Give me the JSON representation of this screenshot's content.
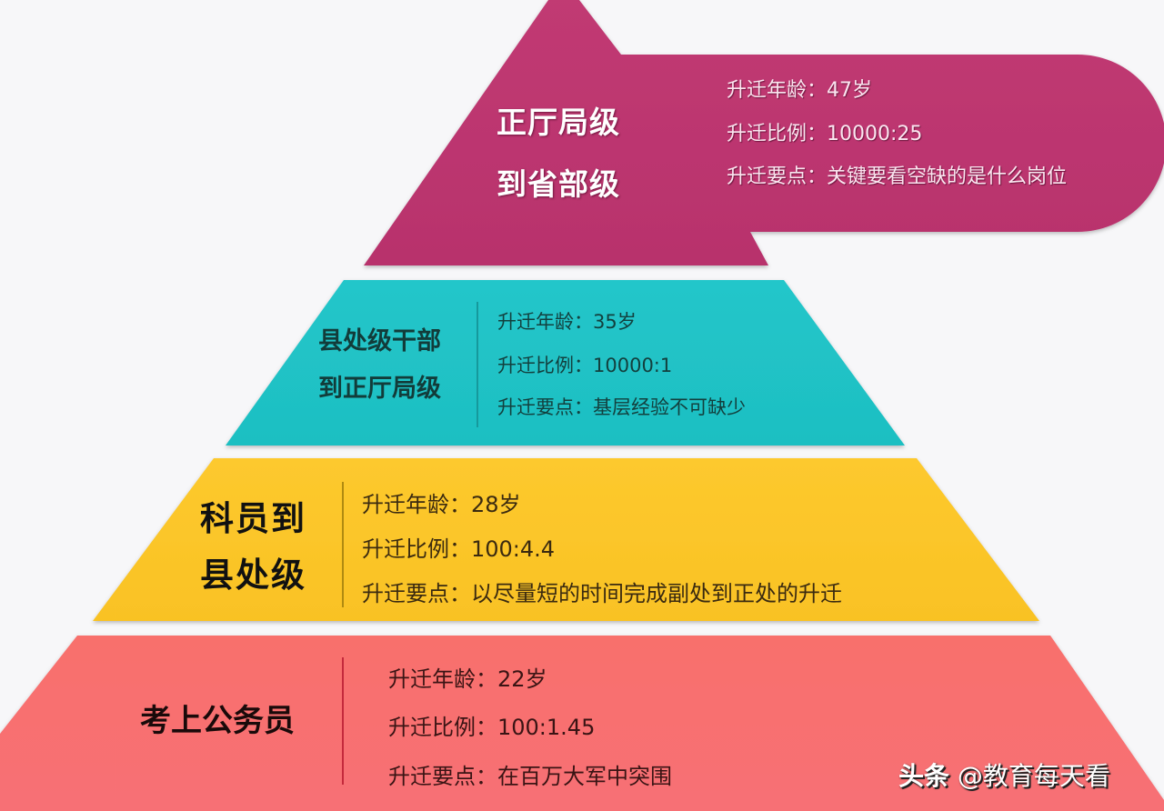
{
  "colors": {
    "background": "#f7f7f9",
    "tier1": "#bf3670",
    "tier2": "#20c4c8",
    "tier3": "#fcc62a",
    "tier4": "#f8706f"
  },
  "tiers": [
    {
      "title_lines": [
        "正厅局级",
        "到省部级"
      ],
      "rows": [
        {
          "label": "升迁年龄",
          "sep": "：",
          "value": "47岁"
        },
        {
          "label": "升迁比例",
          "sep": "：",
          "value": "10000:25"
        },
        {
          "label": "升迁要点",
          "sep": "：",
          "value": "关键要看空缺的是什么岗位"
        }
      ]
    },
    {
      "title_lines": [
        "县处级干部",
        "到正厅局级"
      ],
      "rows": [
        {
          "label": "升迁年龄",
          "sep": "：",
          "value": "35岁"
        },
        {
          "label": "升迁比例",
          "sep": "：",
          "value": "10000:1"
        },
        {
          "label": "升迁要点",
          "sep": "：",
          "value": "基层经验不可缺少"
        }
      ]
    },
    {
      "title_lines": [
        "科员到",
        "县处级"
      ],
      "rows": [
        {
          "label": "升迁年龄",
          "sep": "：",
          "value": "28岁"
        },
        {
          "label": "升迁比例",
          "sep": "：",
          "value": "100:4.4"
        },
        {
          "label": "升迁要点",
          "sep": "：",
          "value": "以尽量短的时间完成副处到正处的升迁"
        }
      ]
    },
    {
      "title_lines": [
        "考上公务员"
      ],
      "rows": [
        {
          "label": "升迁年龄",
          "sep": "：",
          "value": "22岁"
        },
        {
          "label": "升迁比例",
          "sep": "：",
          "value": "100:1.45"
        },
        {
          "label": "升迁要点",
          "sep": "：",
          "value": "在百万大军中突围"
        }
      ]
    }
  ],
  "watermark": {
    "brand": "头条",
    "handle": "@教育每天看"
  }
}
